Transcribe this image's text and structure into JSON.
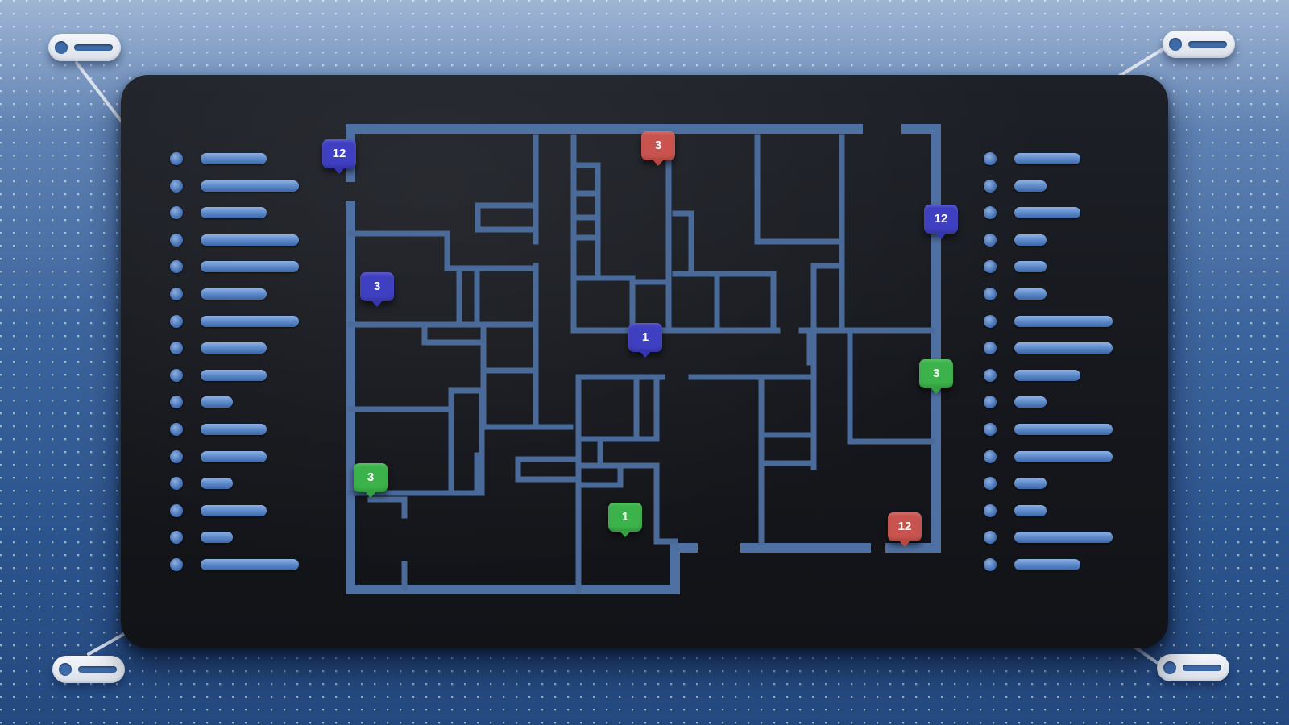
{
  "colors": {
    "background": "#3d659d",
    "board": "#16181d",
    "wall": "#4a6a9a",
    "list_accent": "#5d8acb",
    "marker_blue": "#3f3fc2",
    "marker_red": "#c9544f",
    "marker_green": "#3cb34a"
  },
  "corner_controls": [
    {
      "name": "toggle-top-left",
      "icon": "slider-pill-icon"
    },
    {
      "name": "toggle-top-right",
      "icon": "slider-pill-icon"
    },
    {
      "name": "toggle-bottom-left",
      "icon": "slider-pill-icon"
    },
    {
      "name": "toggle-bottom-right",
      "icon": "slider-pill-icon"
    }
  ],
  "left_list": {
    "item_count": 16,
    "item_icon": "bullet-dot-icon"
  },
  "right_list": {
    "item_count": 16,
    "item_icon": "bullet-dot-icon"
  },
  "map": {
    "markers": [
      {
        "label": "12",
        "color": "blue"
      },
      {
        "label": "3",
        "color": "red"
      },
      {
        "label": "12",
        "color": "blue"
      },
      {
        "label": "3",
        "color": "blue"
      },
      {
        "label": "1",
        "color": "blue"
      },
      {
        "label": "3",
        "color": "green"
      },
      {
        "label": "3",
        "color": "green"
      },
      {
        "label": "1",
        "color": "green"
      },
      {
        "label": "12",
        "color": "red"
      }
    ]
  }
}
